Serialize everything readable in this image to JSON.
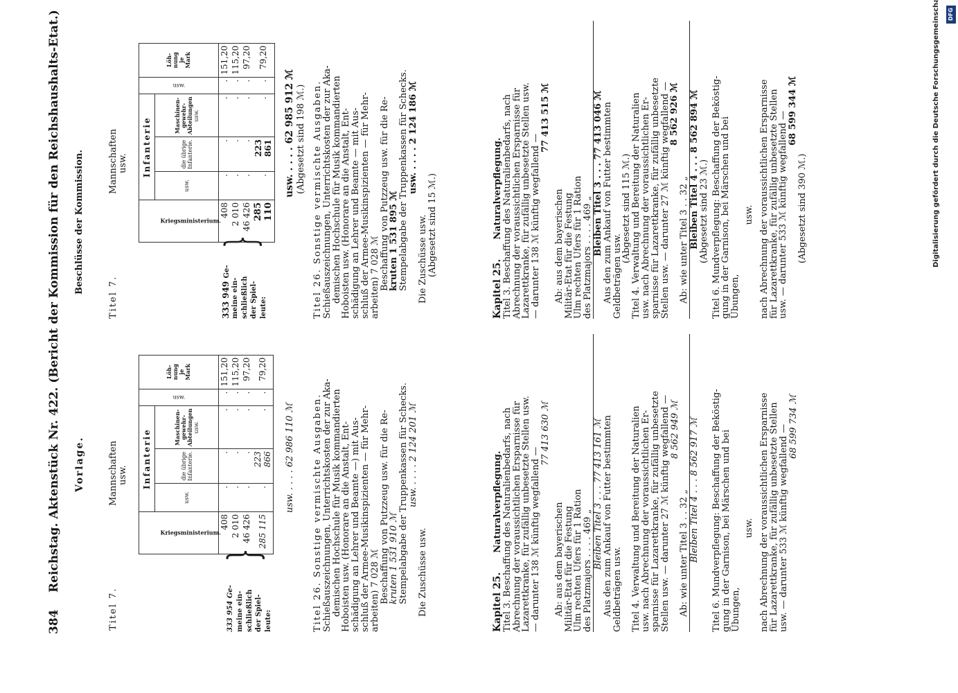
{
  "header": {
    "page_number": "384",
    "running_title": "Reichstag. Aktenstück Nr. 422. (Bericht der Kommission für den Reichshaushalts-Etat.)"
  },
  "left": {
    "heading": "Vorlage.",
    "titel7": {
      "label": "Titel 7.",
      "desc": [
        "Mannschaften",
        "usw."
      ],
      "sum_label": [
        "333 954 Ge-",
        "meine ein-",
        "schließlich",
        "der Spiel-",
        "leute:"
      ],
      "col_kriegsministerium": "Kriegsministerium.",
      "group_infanterie": "Infanterie",
      "col_usw": "usw.",
      "col_uebrige": [
        "die übrige",
        "Infanterie."
      ],
      "col_maschinen": [
        "Maschinen-",
        "gewehr-",
        "Abteilungen"
      ],
      "col_maschinen_usw": "usw.",
      "col_usw2": "usw.",
      "col_loehnung": [
        "Löh-",
        "nung",
        "je",
        "Mark"
      ],
      "kriegsmin_values": [
        "408",
        "2 010",
        "46 426",
        "285 115"
      ],
      "uebrige_value": "223 866",
      "loehnung_values": [
        "151,20",
        "115,20",
        "97,20",
        "79,20"
      ],
      "total_line": "usw. . . . . 62 986 110 ℳ"
    },
    "titel26": {
      "lines": [
        "Titel 26. Sonstige vermischte Ausgaben.",
        "Schießauszeichnungen, Unterrichtskosten der zur Aka-",
        "demischen Hochschule für Musik kommandierten",
        "Hoboisten usw. (Honorare an die Anstalt, Ent-",
        "schädigung an Lehrer und Beamte —) mit Aus-",
        "schluß der Armee-Musikinspizienten — für Mehr-",
        "arbeiten) 7 028 ℳ",
        "Beschaffung von Putzzeug usw. für die Re-",
        "kruten 1 531 910 ℳ",
        "Stempelabgabe der Truppenkassen für Schecks.",
        "usw. . . . . 2 124 201 ℳ",
        "Die Zuschüsse usw."
      ]
    },
    "kapitel25": {
      "heading": "Kapitel 25.",
      "heading2": "Naturalverpflegung.",
      "titel3": [
        "Titel 3. Beschaffung des Naturalienbedarfs, nach",
        "Abrechnung der voraussichtlichen Ersparnisse für",
        "Lazarettkranke, für zufällig unbesetzte Stellen usw.",
        "— darunter 138 ℳ künftig wegfallend —",
        "77 413 630 ℳ"
      ],
      "ab": [
        "Ab: aus dem bayerischen",
        "Militär-Etat für die Festung",
        "Ulm rechten Ufers für 1 Ration",
        "des Platzmajors . . . .   469 „"
      ],
      "bleiben3": "Bleiben Titel 3 . . . 77 413 161 ℳ",
      "aus_dem": [
        "Aus den zum Ankauf von Futter bestimmten",
        "Geldbeträgen usw."
      ],
      "titel4": [
        "Titel 4. Verwaltung und Bereitung der Naturalien",
        "usw. nach Abrechnung der voraussichtlichen Er-",
        "sparnisse für Lazarettkranke, für zufällig unbesetzte",
        "Stellen usw. — darunter 27 ℳ künftig wegfallend —",
        "8 562 949 ℳ"
      ],
      "ab4": "Ab: wie unter Titel 3 . .   32 „",
      "bleiben4": "Bleiben Titel 4 . . . 8 562 917 ℳ",
      "titel6": [
        "Titel 6. Mundverpflegung: Beschaffung der Beköstig-",
        "gung in der Garnison, bei Märschen und bei",
        "Übungen,"
      ],
      "usw": "usw.",
      "titel6b": [
        "nach Abrechnung der voraussichtlichen Ersparnisse",
        "für Lazarettkranke, für zufällig unbesetzte Stellen",
        "usw. — darunter 533 ℳ künftig wegfallend —",
        "68 599 734 ℳ"
      ]
    }
  },
  "right": {
    "heading": "Beschlüsse der Kommission.",
    "titel7": {
      "label": "Titel 7.",
      "desc": [
        "Mannschaften",
        "usw."
      ],
      "sum_label_number": "333 949",
      "sum_label": [
        "Ge-",
        "meine ein-",
        "schließlich",
        "der Spiel-",
        "leute:"
      ],
      "kriegsmin_values": [
        "408",
        "2 010",
        "46 426",
        "285 110"
      ],
      "uebrige_value": "223 861",
      "loehnung_values": [
        "151,20",
        "115,20",
        "97,20",
        "79,20"
      ],
      "total_line": "usw. . . . . 62 985 912 ℳ",
      "abgesetzt": "(Abgesetzt sind 198 ℳ.)"
    },
    "titel26": {
      "lines": [
        "Titel 26. Sonstige vermischte Ausgaben.",
        "Schießauszeichnungen, Unterrichtskosten der zur Aka-",
        "demischen Hochschule für Musik kommandierten",
        "Hoboisten usw. (Honorare an die Anstalt, Ent-",
        "schädigung an Lehrer und Beamte — mit Aus-",
        "schluß der Armee-Musikinspizienten — für Mehr-",
        "arbeiten) 7 028 ℳ",
        "Beschaffung von Putzzeug usw. für die Re-",
        "kruten 1 531 895 ℳ",
        "Stempelabgabe der Truppenkassen für Schecks.",
        "usw. . . . . 2 124 186 ℳ",
        "Die Zuschüsse usw.",
        "(Abgesetzt sind 15 ℳ.)"
      ]
    },
    "kapitel25": {
      "heading": "Kapitel 25.",
      "heading2": "Naturalverpflegung.",
      "titel3": [
        "Titel 3. Beschaffung des Naturalienbedarfs, nach",
        "Abrechnung der voraussichtlichen Ersparnisse für",
        "Lazarettkranke, für zufällig unbesetzte Stellen usw.",
        "— darunter 138 ℳ künftig wegfallend —",
        "77 413 515 ℳ"
      ],
      "ab": [
        "Ab: aus dem bayerischen",
        "Militär-Etat für die Festung",
        "Ulm rechten Ufers für 1 Ration",
        "des Platzmajors . . . .   469 „"
      ],
      "bleiben3": "Bleiben Titel 3 . . . 77 413 046 ℳ",
      "aus_dem": [
        "Aus den zum Ankauf von Futter bestimmten",
        "Geldbeträgen usw."
      ],
      "abgesetzt3": "(Abgesetzt sind 115 ℳ.)",
      "titel4": [
        "Titel 4. Verwaltung und Bereitung der Naturalien",
        "usw. nach Abrechnung der voraussichtlichen Er-",
        "sparnisse für Lazarettkranke, für zufällig unbesetzte",
        "Stellen usw. — darunter 27 ℳ künftig wegfallend —",
        "8 562 926 ℳ"
      ],
      "ab4": "Ab: wie unter Titel 3 . .   32 „",
      "bleiben4": "Bleiben Titel 4 . . . 8 562 894 ℳ",
      "abgesetzt4": "(Abgesetzt sind 23 ℳ.)",
      "titel6": [
        "Titel 6. Mundverpflegung: Beschaffung der Beköstig-",
        "gung in der Garnison, bei Märschen und bei",
        "Übungen,"
      ],
      "usw": "usw.",
      "titel6b": [
        "nach Abrechnung der voraussichtlichen Ersparnisse",
        "für Lazarettkranke, für zufällig unbesetzte Stellen",
        "usw. — darunter 533 ℳ künftig wegfallend —",
        "68 599 344 ℳ"
      ],
      "abgesetzt6": "(Abgesetzt sind 390 ℳ.)"
    }
  },
  "credit": "Digitalisierung gefördert durch die Deutsche Forschungsgemeinschaft",
  "credit_logo": "DFG"
}
